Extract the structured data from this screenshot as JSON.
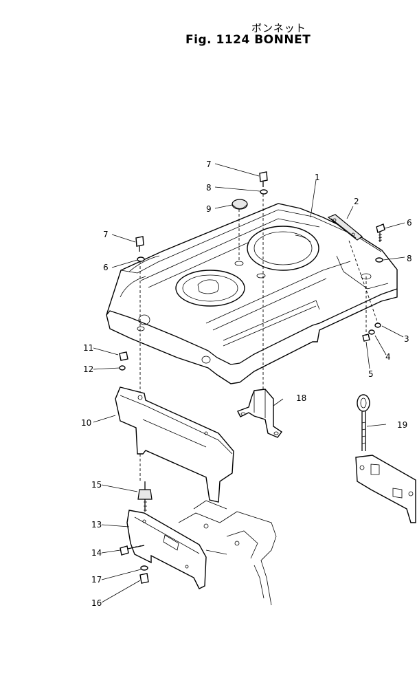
{
  "header": {
    "title_ja": "ボンネット",
    "title_fig": "Fig. 1124 BONNET"
  },
  "callouts": [
    "1",
    "2",
    "3",
    "4",
    "5",
    "6",
    "7",
    "8",
    "9",
    "10",
    "11",
    "12",
    "13",
    "14",
    "15",
    "16",
    "17",
    "18",
    "19"
  ]
}
